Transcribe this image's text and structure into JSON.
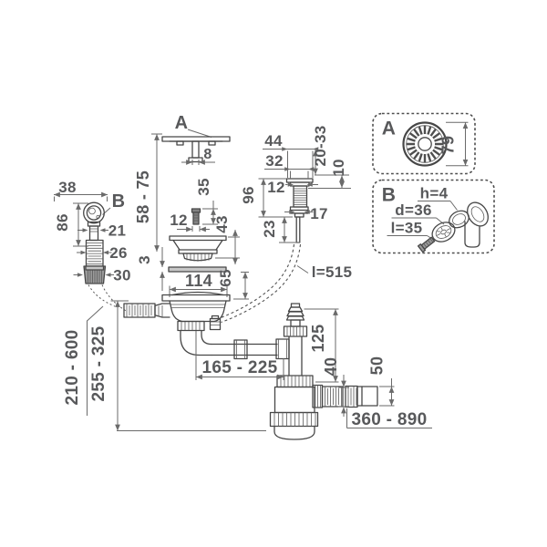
{
  "labels": {
    "callout_a": "A",
    "callout_b": "B",
    "detail_a_title": "A",
    "detail_b_title": "B",
    "cable_length": "l=515",
    "seal_height": "h=4",
    "seal_diameter": "d=36",
    "screw_length": "l=35"
  },
  "dims": {
    "cap_stem": "8",
    "cap_to_strainer": "58 - 75",
    "center_screw_length": "35",
    "center_screw_width": "12",
    "basket_height": "43",
    "gasket_thickness": "3",
    "body_depth": "65",
    "flange_diameter": "114",
    "overflow_head_width": "38",
    "overflow_head_height": "86",
    "overflow_neck": "21",
    "overflow_hose": "26",
    "overflow_outlet": "30",
    "overflow_hose_length": "210 - 600",
    "install_height": "255 - 325",
    "knob_cap": "44",
    "knob_inner": "32",
    "knob_clamp": "20-33",
    "knob_flange": "10",
    "knob_stem": "12",
    "knob_height": "96",
    "knob_pin_width": "17",
    "knob_pin_length": "23",
    "inlet_height": "125",
    "horizontal_span": "165 - 225",
    "outlet_hose_diameter": "40",
    "outlet_end_diameter": "50",
    "outlet_length": "360 - 890",
    "strainer_cap_diameter": "79"
  }
}
